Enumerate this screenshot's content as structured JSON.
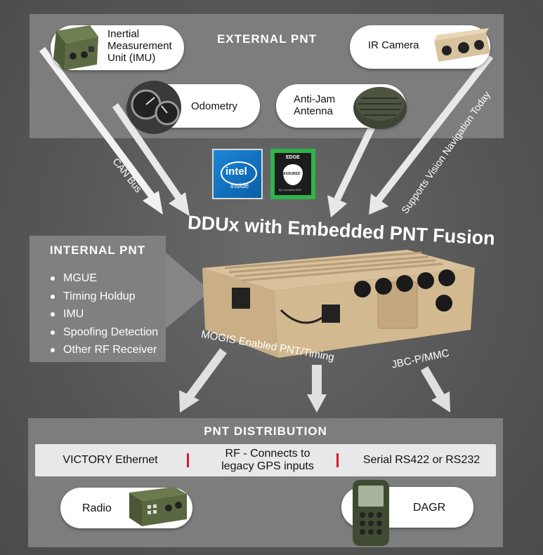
{
  "external": {
    "title": "EXTERNAL PNT",
    "imu": "Inertial Measurement Unit (IMU)",
    "imu_lines": [
      "Inertial",
      "Measurement",
      "Unit (IMU)"
    ],
    "odometry": "Odometry",
    "antenna_lines": [
      "Anti-Jam",
      "Antenna"
    ],
    "ir_camera": "IR Camera"
  },
  "connections": {
    "can_bus": "CAN Bus",
    "vision": "Supports Vision Navigation Today",
    "mogis": "MOGIS Enabled PNT/Timing",
    "jbc": "JBC-P/MMC"
  },
  "logos": {
    "intel_word": "intel",
    "intel_sub": "inside",
    "edge_top": "EDGE",
    "edge_mid": "ASSURED",
    "edge_bottom": "By Leonardo DRS"
  },
  "main_title": "DDUx with Embedded PNT Fusion",
  "internal": {
    "title": "INTERNAL PNT",
    "items": [
      "MGUE",
      "Timing Holdup",
      "IMU",
      "Spoofing Detection",
      "Other RF Receiver"
    ]
  },
  "distribution": {
    "title": "PNT DISTRIBUTION",
    "victory": "VICTORY Ethernet",
    "rf_lines": [
      "RF - Connects to",
      "legacy GPS inputs"
    ],
    "serial": "Serial RS422 or RS232",
    "radio": "Radio",
    "dagr": "DAGR"
  },
  "colors": {
    "accent_red": "#d7192a",
    "panel": "#7d7d7d",
    "intel_blue": "#0b6fbd",
    "edge_green": "#2fb34a",
    "tan": "#cdb38f"
  }
}
